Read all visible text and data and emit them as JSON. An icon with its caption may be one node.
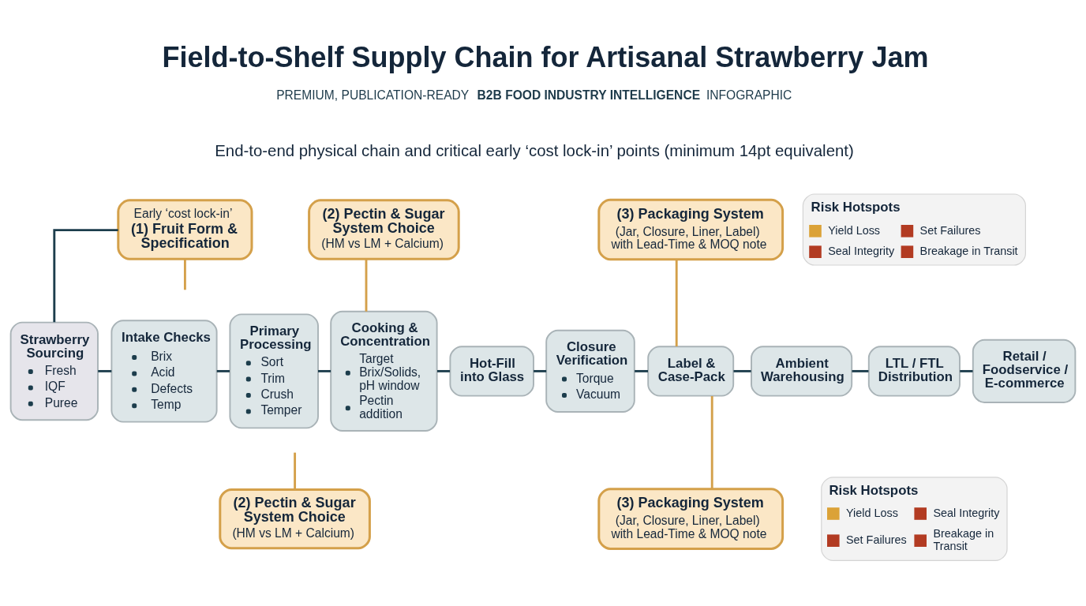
{
  "diagram": {
    "title": "Field-to-Shelf Supply Chain for Artisanal Strawberry Jam",
    "nodes": [
      {
        "text": [
          "Early ‘cost lock-in’",
          "(1) Fruit Form & Specification"
        ]
      },
      {
        "text": [
          "(2) Pectin & Sugar System Choice",
          "(HM vs LM + Calcium)"
        ]
      },
      {
        "text": [
          "(3) Packaging System",
          "(Jar, Closure, Liner, Label) with Lead-Time & MOQ note"
        ]
      },
      {
        "text": [
          "Strawberry Sourcing",
          "Fresh",
          "IQF",
          "Puree"
        ]
      },
      {
        "text": [
          "Intake Checks",
          "Brix",
          "Acid",
          "Defects",
          "Temp"
        ]
      },
      {
        "text": [
          "Primary Processing",
          "Sort",
          "Trim",
          "Crush",
          "Temper"
        ]
      },
      {
        "text": [
          "Cooking & Concentration",
          "Target Brix/Solids, pH window",
          "Pectin addition"
        ]
      },
      {
        "text": [
          "Hot-Fill into Glass"
        ]
      },
      {
        "text": [
          "Closure Verification",
          "Torque",
          "Vacuum"
        ]
      },
      {
        "text": [
          "Label & Case-Pack"
        ]
      },
      {
        "text": [
          "Ambient Warehousing"
        ]
      },
      {
        "text": [
          "LTL / FTL Distribution"
        ]
      },
      {
        "text": [
          "Retail / Foodservice / E-commerce"
        ]
      },
      {
        "text": [
          "(2) Pectin & Sugar System Choice",
          "(HM vs LM + Calcium)"
        ]
      },
      {
        "text": [
          "(3) Packaging System",
          "(Jar, Closure, Liner, Label) with Lead-Time & MOQ note"
        ]
      }
    ],
    "edges": [
      {
        "from": 3,
        "to": 4,
        "arrow": "none"
      },
      {
        "from": 4,
        "to": 5,
        "arrow": "none"
      },
      {
        "from": 5,
        "to": 6,
        "arrow": "none"
      },
      {
        "from": 6,
        "to": 7,
        "arrow": "none"
      },
      {
        "from": 7,
        "to": 8,
        "arrow": "none"
      },
      {
        "from": 8,
        "to": 9,
        "arrow": "none"
      },
      {
        "from": 9,
        "to": 10,
        "arrow": "none"
      },
      {
        "from": 10,
        "to": 11,
        "arrow": "none"
      },
      {
        "from": 11,
        "to": 12,
        "arrow": "none"
      },
      {
        "from": 0,
        "to": 3,
        "arrow": "none"
      },
      {
        "from": 0,
        "to": null,
        "arrow": "none",
        "color": "#d4a04a"
      },
      {
        "from": 1,
        "to": 6,
        "arrow": "none",
        "color": "#d4a04a"
      },
      {
        "from": 2,
        "to": 9,
        "arrow": "none",
        "color": "#d4a04a"
      },
      {
        "from": 13,
        "to": null,
        "arrow": "none",
        "color": "#d4a04a"
      },
      {
        "from": 14,
        "to": 9,
        "arrow": "none",
        "color": "#d4a04a"
      }
    ],
    "labels": [
      "PREMIUM, PUBLICATION-READY **B2B FOOD INDUSTRY INTELLIGENCE** INFOGRAPHIC",
      "End-to-end physical chain and critical early ‘cost lock-in’ points (minimum 14pt equivalent)",
      "Risk Hotspots",
      "Risk Hotspots"
    ],
    "legend": [
      {
        "text": "Yield Loss"
      },
      {
        "text": "Set Failures"
      },
      {
        "text": "Seal Integrity"
      },
      {
        "text": "Breakage in Transit"
      },
      {
        "text": "Yield Loss"
      },
      {
        "text": "Seal Integrity"
      },
      {
        "text": "Set Failures"
      },
      {
        "text": "Breakage in Transit"
      }
    ]
  }
}
